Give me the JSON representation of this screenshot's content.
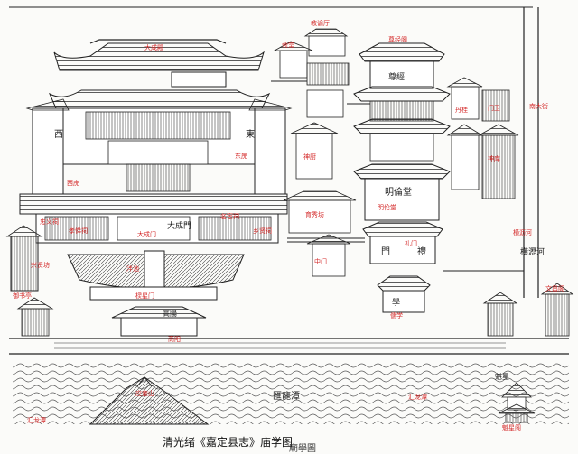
{
  "caption": {
    "title": "清光绪《嘉定县志》庙学图",
    "note": "廟學圖"
  },
  "labels": {
    "dacheng_dian": "大成殿",
    "dacheng_men": "大成门",
    "zunjing_ge": "尊经阁",
    "jiaoyu_ting": "教谕厅",
    "mingyi_tang": "明伦堂",
    "lixin_men": "礼门",
    "ruxue_men": "儒学",
    "lingxing_men": "棂星门",
    "dongwu": "东庑",
    "xiwu": "西庑",
    "minghuan_ci": "名宦祠",
    "xiangxian_ci": "乡贤祠",
    "zhongyi_ci": "忠义祠",
    "jiaoxiao_ci": "孝悌祠",
    "shenchu": "神厨",
    "shenku": "神库",
    "zhaitang": "斋堂",
    "huilong_tan": "汇龙潭",
    "yingkui_shan": "应奎山",
    "kuixing_ge": "魁星阁",
    "gaoyang": "高阳",
    "heng_jie": "横沥河",
    "nan_jie": "南大街",
    "xingxing_ting": "兴贤坊",
    "yuxiu_ting": "育秀坊",
    "pan_chi": "泮池",
    "menwei": "门卫",
    "wenchang_ge": "文昌阁",
    "dangui": "丹桂",
    "zhongmen": "中门",
    "yushu_ting": "御书亭"
  },
  "ink_text": {
    "dacheng": "大成殿",
    "dachengmen": "大成門",
    "minglun": "明倫堂",
    "lizhi": "禮",
    "men": "門",
    "xue": "學",
    "kuixing": "魁星",
    "huilong": "匯龍潭",
    "gaoyang": "高陽",
    "hengli": "橫瀝河"
  }
}
